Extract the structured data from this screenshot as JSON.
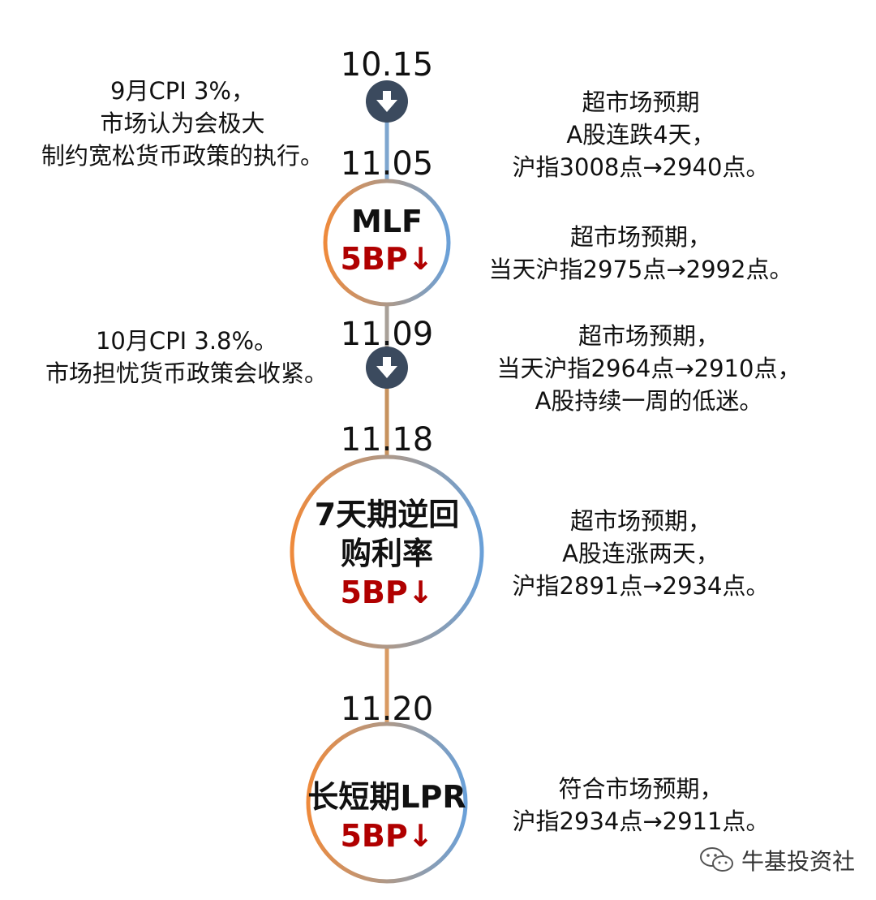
{
  "colors": {
    "node_title": "#111111",
    "change": "#b00000",
    "dark_marker": "#3b4a5e"
  },
  "events": [
    {
      "date": "10.15",
      "type": "marker",
      "icon": "down-arrow-icon",
      "left_note": "9月CPI 3%，\n市场认为会极大\n制约宽松货币政策的执行。",
      "right_note": "超市场预期\nA股连跌4天，\n沪指3008点→2940点。"
    },
    {
      "date": "11.05",
      "type": "node",
      "title": "MLF",
      "change": "5BP↓",
      "right_note": "超市场预期，\n当天沪指2975点→2992点。"
    },
    {
      "date": "11.09",
      "type": "marker",
      "icon": "down-arrow-icon",
      "left_note": "10月CPI 3.8%。\n市场担忧货币政策会收紧。",
      "right_note": "超市场预期，\n当天沪指2964点→2910点，\nA股持续一周的低迷。"
    },
    {
      "date": "11.18",
      "type": "node",
      "title": "7天期逆回\n购利率",
      "change": "5BP↓",
      "right_note": "超市场预期，\nA股连涨两天，\n沪指2891点→2934点。"
    },
    {
      "date": "11.20",
      "type": "node",
      "title": "长短期LPR",
      "change": "5BP↓",
      "right_note": "符合市场预期，\n沪指2934点→2911点。"
    }
  ],
  "watermark": {
    "text": "牛基投资社",
    "icon": "wechat-icon"
  }
}
